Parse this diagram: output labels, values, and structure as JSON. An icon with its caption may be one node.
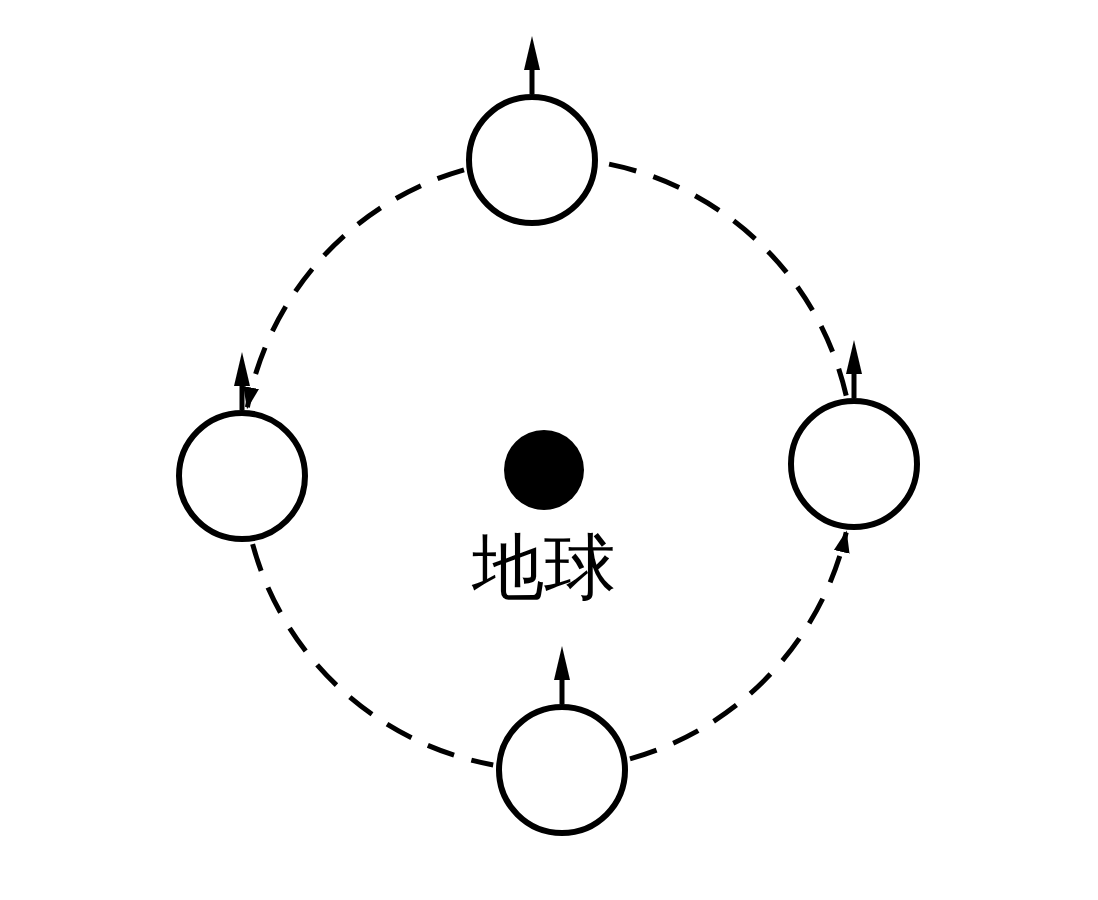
{
  "diagram": {
    "nodes": [
      {
        "text": [],
        "shape": "circle"
      },
      {
        "text": [],
        "shape": "circle"
      },
      {
        "text": [],
        "shape": "circle",
        "beside": [
          "地球"
        ]
      },
      {
        "text": [],
        "shape": "circle"
      },
      {
        "text": [],
        "shape": "circle"
      }
    ],
    "edges": [
      {
        "from": 0,
        "to": 1,
        "arrow": "to",
        "style": "dashed"
      },
      {
        "from": 1,
        "to": 4,
        "arrow": "none",
        "style": "dashed"
      },
      {
        "from": 4,
        "to": 3,
        "arrow": "to",
        "style": "dashed"
      },
      {
        "from": 3,
        "to": 0,
        "arrow": "none",
        "style": "dashed"
      }
    ]
  }
}
